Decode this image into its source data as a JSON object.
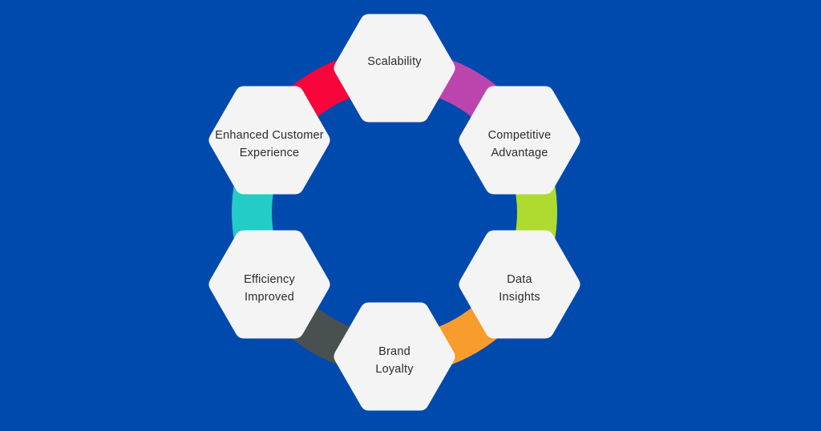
{
  "canvas": {
    "background_color": "#004AAD",
    "hexagon_fill": "#F4F4F4",
    "label_color": "#2B2B2B"
  },
  "diagram_type": "hexagon-cycle-infographic",
  "nodes": [
    {
      "id": "scalability",
      "position": "top",
      "line1": "Scalability"
    },
    {
      "id": "competitive-advantage",
      "position": "top-right",
      "line1": "Competitive",
      "line2": "Advantage"
    },
    {
      "id": "data-insights",
      "position": "bottom-right",
      "line1": "Data",
      "line2": "Insights"
    },
    {
      "id": "brand-loyalty",
      "position": "bottom",
      "line1": "Brand",
      "line2": "Loyalty"
    },
    {
      "id": "efficiency-improved",
      "position": "bottom-left",
      "line1": "Efficiency",
      "line2": "Improved"
    },
    {
      "id": "enhanced-customer-experience",
      "position": "top-left",
      "line1": "Enhanced Customer",
      "line2": "Experience"
    }
  ],
  "connectors": [
    {
      "position": "top-left",
      "between": [
        "enhanced-customer-experience",
        "scalability"
      ],
      "color": "#F7053B"
    },
    {
      "position": "top-right",
      "between": [
        "scalability",
        "competitive-advantage"
      ],
      "color": "#BC45AD"
    },
    {
      "position": "right",
      "between": [
        "competitive-advantage",
        "data-insights"
      ],
      "color": "#AFDB30"
    },
    {
      "position": "bottom-right",
      "between": [
        "data-insights",
        "brand-loyalty"
      ],
      "color": "#F89C2D"
    },
    {
      "position": "bottom-left",
      "between": [
        "brand-loyalty",
        "efficiency-improved"
      ],
      "color": "#485050"
    },
    {
      "position": "left",
      "between": [
        "efficiency-improved",
        "enhanced-customer-experience"
      ],
      "color": "#23CCC6"
    }
  ]
}
